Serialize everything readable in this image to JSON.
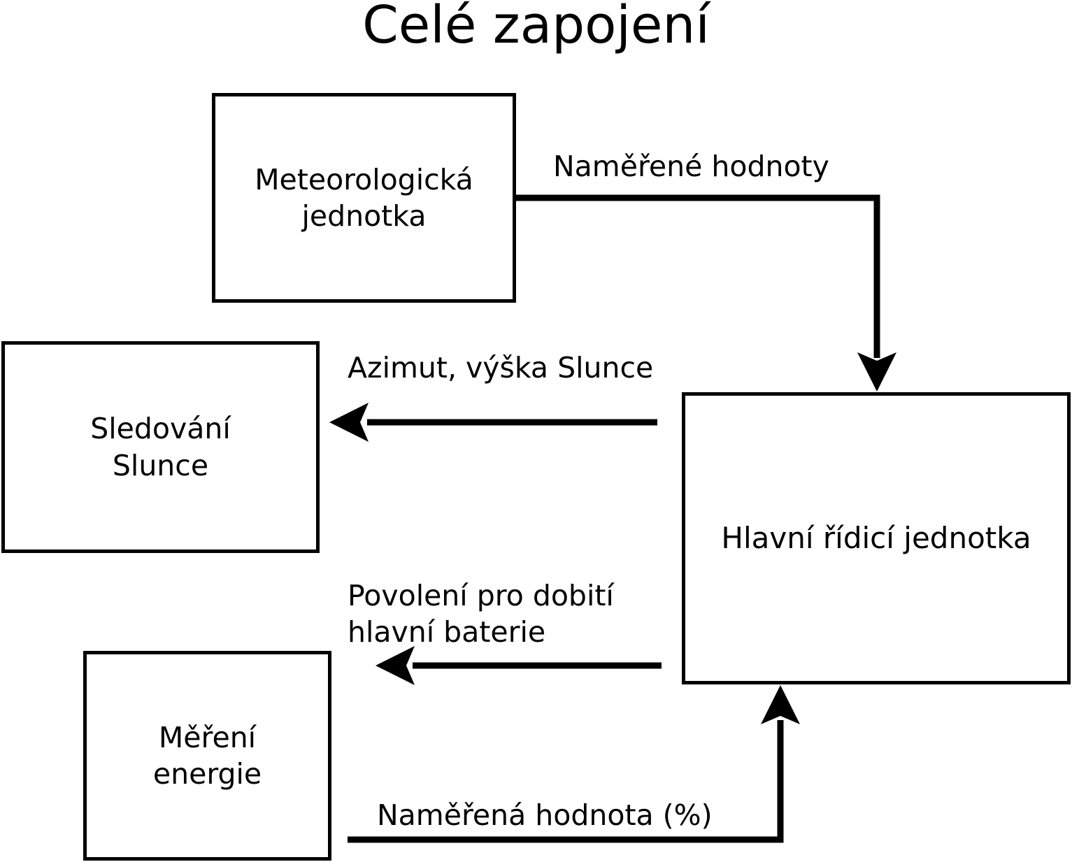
{
  "title": "Celé zapojení",
  "nodes": [
    {
      "id": "meteo",
      "label": "Meteorologická\njednotka"
    },
    {
      "id": "sun",
      "label": "Sledování\nSlunce"
    },
    {
      "id": "main",
      "label": "Hlavní řídicí jednotka"
    },
    {
      "id": "energy",
      "label": "Měření\nenergie"
    }
  ],
  "edges": [
    {
      "id": "measured-values",
      "label": "Naměřené hodnoty",
      "from": "meteo",
      "to": "main",
      "arrow": "down"
    },
    {
      "id": "azimuth",
      "label": "Azimut, výška Slunce",
      "from": "main",
      "to": "sun",
      "arrow": "left"
    },
    {
      "id": "permission",
      "label": "Povolení pro dobití\nhlavní baterie",
      "from": "main",
      "to": "energy",
      "arrow": "left"
    },
    {
      "id": "measured-pct",
      "label": "Naměřená hodnota (%)",
      "from": "energy",
      "to": "main",
      "arrow": "up"
    }
  ],
  "colors": {
    "background": "#ffffff",
    "stroke": "#000000",
    "text": "#000000"
  }
}
